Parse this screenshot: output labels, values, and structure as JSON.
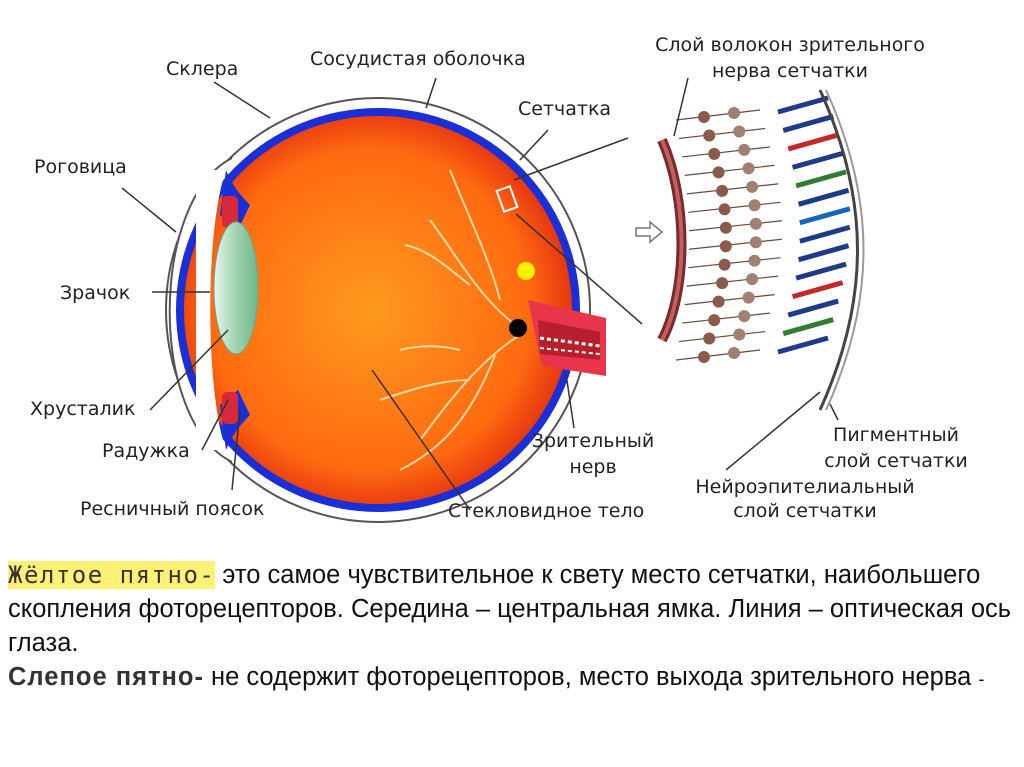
{
  "labels": {
    "sclera": "Склера",
    "choroid": "Сосудистая оболочка",
    "retina": "Сетчатка",
    "cornea": "Роговица",
    "pupil": "Зрачок",
    "lens": "Хрусталик",
    "iris": "Радужка",
    "ciliary": "Ресничный поясок",
    "vitreous": "Стекловидное тело",
    "optic_nerve_1": "Зрительный",
    "optic_nerve_2": "нерв",
    "fiber_layer_1": "Слой волокон зрительного",
    "fiber_layer_2": "нерва сетчатки",
    "pigment_1": "Пигментный",
    "pigment_2": "слой сетчатки",
    "neuro_1": "Нейроэпителиальный",
    "neuro_2": "слой сетчатки"
  },
  "caption": {
    "yellow_spot_term": "Жёлтое пятно-",
    "yellow_spot_text": " это самое чувствительное к свету место сетчатки, наибольшего скопления фоторецепторов. Середина – центральная ямка. Линия – оптическая ось глаза.",
    "blind_spot_term": "Слепое пятно-",
    "blind_spot_text": " не содержит фоторецепторов, место выхода зрительного нерва ",
    "blind_spot_end": "-"
  },
  "colors": {
    "eye_center": "#ff9a1f",
    "eye_edge": "#e0280f",
    "choroid": "#1a2fd6",
    "yellow_spot": "#ffee00",
    "blind_spot": "#000000"
  }
}
